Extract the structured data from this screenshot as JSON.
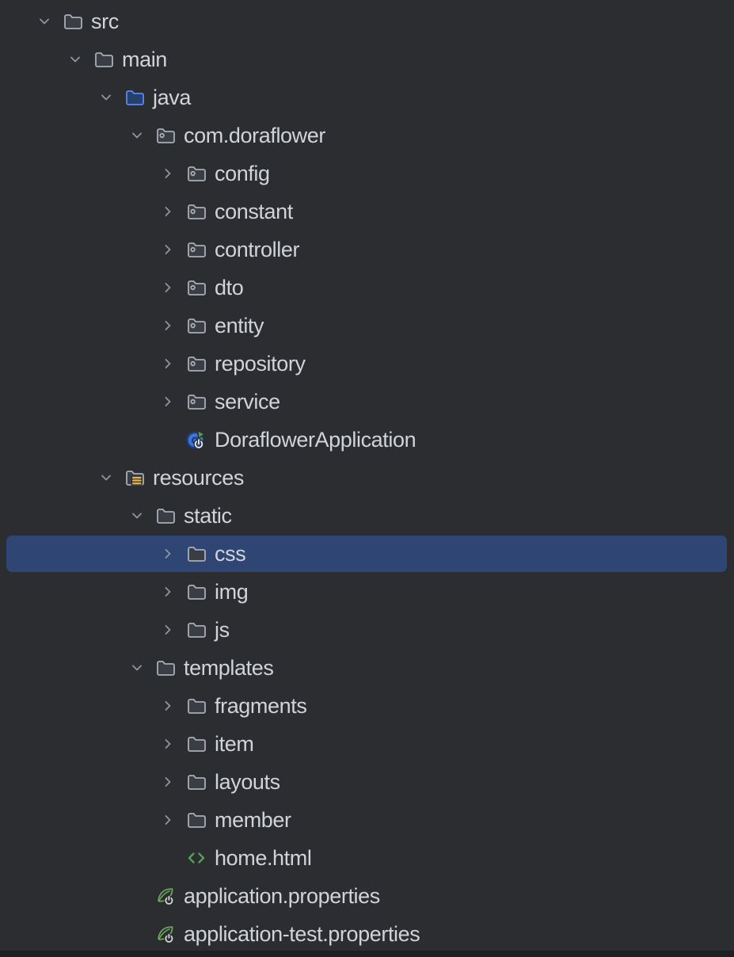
{
  "app": {
    "view": "project-file-tree"
  },
  "colors": {
    "background": "#2b2d31",
    "selection": "#2f4573",
    "text": "#d0d3d9",
    "chevron": "#8f949c",
    "folder_outline": "#a9aeb7",
    "java_folder_blue": "#548af7",
    "resources_yellow": "#e7b13e",
    "spring_green": "#6aa35c",
    "html_green": "#57a05a",
    "springboot_blue": "#3f76de",
    "bottom_edge": "#1d1f22"
  },
  "tree": {
    "items": [
      {
        "label": "src",
        "level": 0,
        "state": "expanded",
        "icon": "folder",
        "selected": false
      },
      {
        "label": "main",
        "level": 1,
        "state": "expanded",
        "icon": "folder",
        "selected": false
      },
      {
        "label": "java",
        "level": 2,
        "state": "expanded",
        "icon": "java-source-folder",
        "selected": false
      },
      {
        "label": "com.doraflower",
        "level": 3,
        "state": "expanded",
        "icon": "package",
        "selected": false
      },
      {
        "label": "config",
        "level": 4,
        "state": "collapsed",
        "icon": "package",
        "selected": false
      },
      {
        "label": "constant",
        "level": 4,
        "state": "collapsed",
        "icon": "package",
        "selected": false
      },
      {
        "label": "controller",
        "level": 4,
        "state": "collapsed",
        "icon": "package",
        "selected": false
      },
      {
        "label": "dto",
        "level": 4,
        "state": "collapsed",
        "icon": "package",
        "selected": false
      },
      {
        "label": "entity",
        "level": 4,
        "state": "collapsed",
        "icon": "package",
        "selected": false
      },
      {
        "label": "repository",
        "level": 4,
        "state": "collapsed",
        "icon": "package",
        "selected": false
      },
      {
        "label": "service",
        "level": 4,
        "state": "collapsed",
        "icon": "package",
        "selected": false
      },
      {
        "label": "DoraflowerApplication",
        "level": 4,
        "state": "leaf",
        "icon": "springboot-application",
        "selected": false
      },
      {
        "label": "resources",
        "level": 2,
        "state": "expanded",
        "icon": "resources-folder",
        "selected": false
      },
      {
        "label": "static",
        "level": 3,
        "state": "expanded",
        "icon": "folder",
        "selected": false
      },
      {
        "label": "css",
        "level": 4,
        "state": "collapsed",
        "icon": "folder",
        "selected": true
      },
      {
        "label": "img",
        "level": 4,
        "state": "collapsed",
        "icon": "folder",
        "selected": false
      },
      {
        "label": "js",
        "level": 4,
        "state": "collapsed",
        "icon": "folder",
        "selected": false
      },
      {
        "label": "templates",
        "level": 3,
        "state": "expanded",
        "icon": "folder",
        "selected": false
      },
      {
        "label": "fragments",
        "level": 4,
        "state": "collapsed",
        "icon": "folder",
        "selected": false
      },
      {
        "label": "item",
        "level": 4,
        "state": "collapsed",
        "icon": "folder",
        "selected": false
      },
      {
        "label": "layouts",
        "level": 4,
        "state": "collapsed",
        "icon": "folder",
        "selected": false
      },
      {
        "label": "member",
        "level": 4,
        "state": "collapsed",
        "icon": "folder",
        "selected": false
      },
      {
        "label": "home.html",
        "level": 4,
        "state": "leaf",
        "icon": "html-file",
        "selected": false
      },
      {
        "label": "application.properties",
        "level": 3,
        "state": "leaf",
        "icon": "spring-properties",
        "selected": false
      },
      {
        "label": "application-test.properties",
        "level": 3,
        "state": "leaf",
        "icon": "spring-properties",
        "selected": false
      }
    ]
  }
}
